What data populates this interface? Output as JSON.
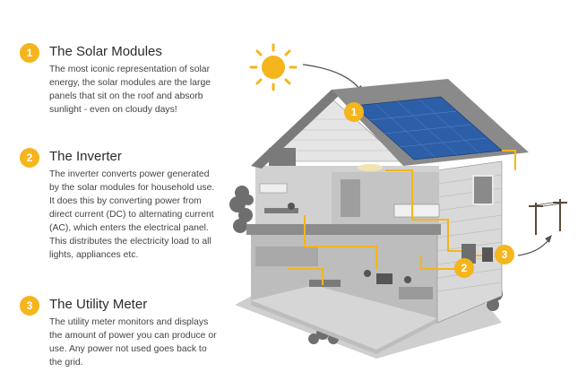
{
  "steps": [
    {
      "number": "1",
      "title": "The Solar Modules",
      "description": "The most iconic representation of solar energy, the solar modules are the large panels that sit on the roof and absorb sunlight - even on cloudy days!"
    },
    {
      "number": "2",
      "title": "The Inverter",
      "description": "The inverter converts power generated by the solar modules for household use. It does this by converting power from direct current (DC) to alternating current (AC), which enters the electrical panel. This distributes the electricity load to all lights, appliances etc."
    },
    {
      "number": "3",
      "title": "The Utility Meter",
      "description": "The utility meter monitors and displays the amount of power you can produce or use. Any power not used goes back to the grid."
    }
  ],
  "illustration": {
    "icons": [
      "sun-icon",
      "house-cutaway-illustration",
      "power-pole-icon"
    ],
    "callouts": [
      "1",
      "2",
      "3"
    ],
    "colors": {
      "accent": "#f5b51c",
      "wire": "#f5b51c",
      "panel": "#2d5fa8",
      "house": "#9a9a9a"
    }
  }
}
